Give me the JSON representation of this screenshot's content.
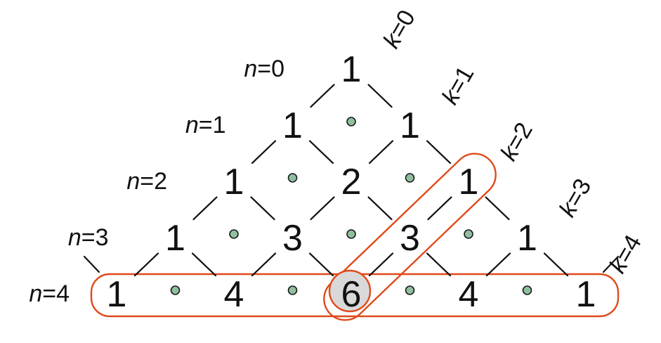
{
  "rows": [
    [
      {
        "t": "1"
      }
    ],
    [
      {
        "t": "1"
      },
      {
        "t": "1"
      }
    ],
    [
      {
        "t": "1"
      },
      {
        "t": "2"
      },
      {
        "t": "1"
      }
    ],
    [
      {
        "t": "1"
      },
      {
        "t": "3"
      },
      {
        "t": "3"
      },
      {
        "t": "1"
      }
    ],
    [
      {
        "t": "1"
      },
      {
        "t": "4"
      },
      {
        "t": "6"
      },
      {
        "t": "4"
      },
      {
        "t": "1"
      }
    ]
  ],
  "row_labels": [
    {
      "var": "n",
      "rest": "=0"
    },
    {
      "var": "n",
      "rest": "=1"
    },
    {
      "var": "n",
      "rest": "=2"
    },
    {
      "var": "n",
      "rest": "=3"
    },
    {
      "var": "n",
      "rest": "=4"
    }
  ],
  "diag_labels": [
    {
      "var": "k",
      "rest": "=0"
    },
    {
      "var": "k",
      "rest": "=1"
    },
    {
      "var": "k",
      "rest": "=2"
    },
    {
      "var": "k",
      "rest": "=3"
    },
    {
      "var": "k",
      "rest": "=4"
    }
  ],
  "highlight": {
    "row": 4,
    "diagonal": 2,
    "cell": [
      4,
      2
    ],
    "color": "#e04a1a"
  },
  "colors": {
    "dot": "#8fbf9f",
    "highlight_fill": "#d9d9d9",
    "text": "#111111"
  }
}
